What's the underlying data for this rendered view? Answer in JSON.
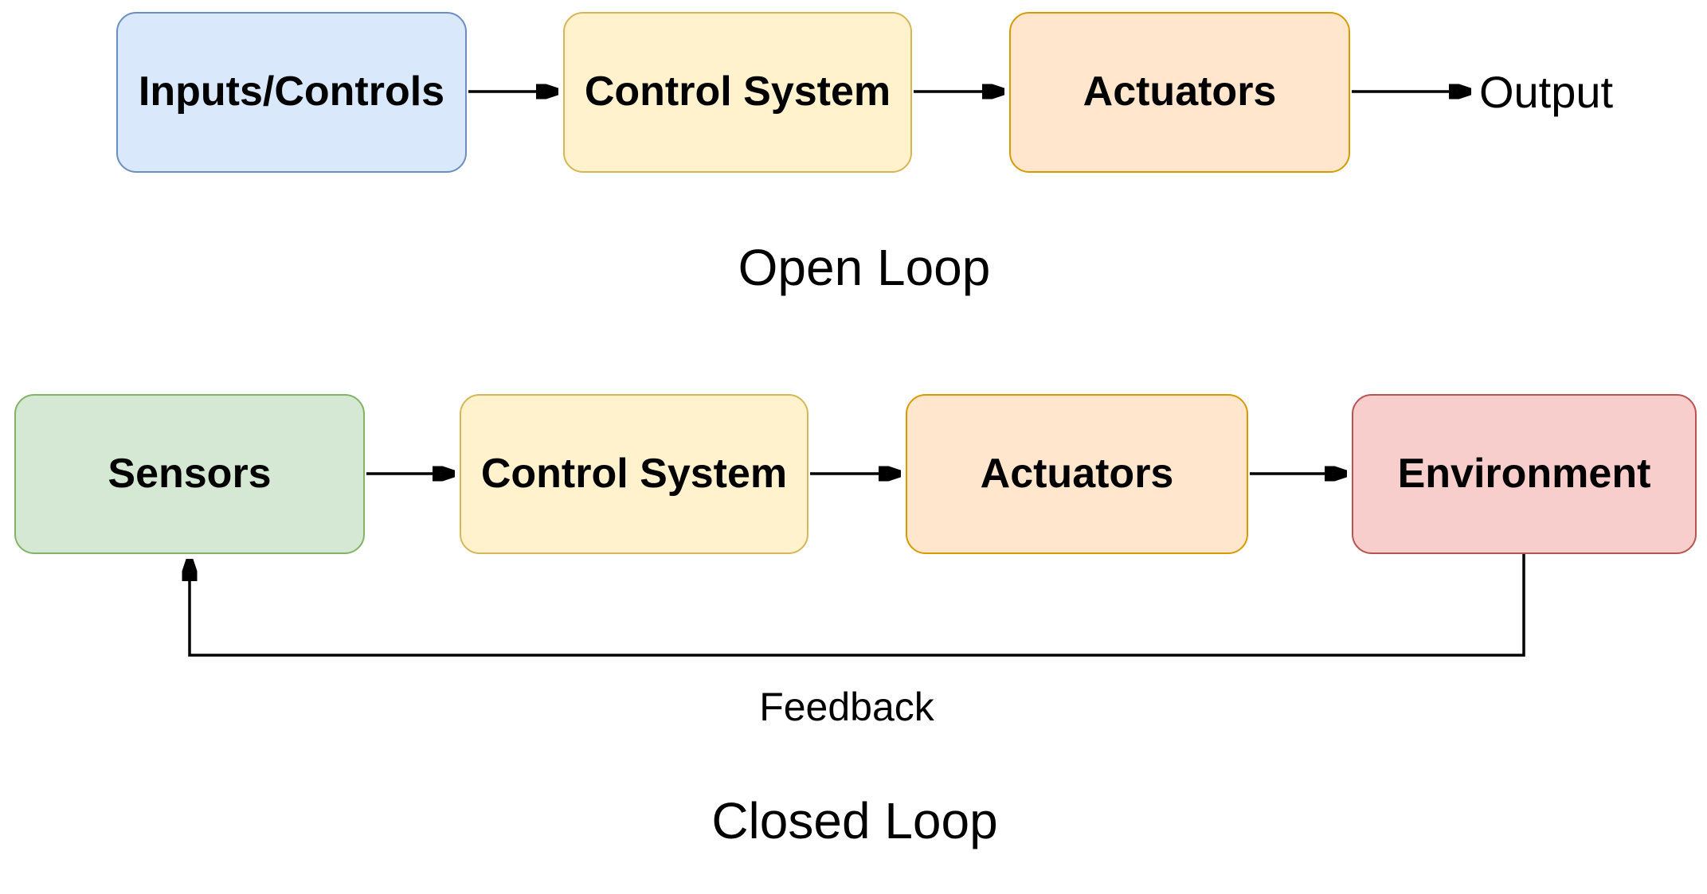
{
  "diagram": {
    "open_loop": {
      "title": "Open Loop",
      "output_label": "Output",
      "nodes": [
        {
          "id": "inputs-controls",
          "label": "Inputs/Controls",
          "fill": "#dae8fc",
          "stroke": "#6c8ebf"
        },
        {
          "id": "control-system",
          "label": "Control System",
          "fill": "#fff2cc",
          "stroke": "#d6b656"
        },
        {
          "id": "actuators",
          "label": "Actuators",
          "fill": "#ffe6cc",
          "stroke": "#d79b00"
        }
      ]
    },
    "closed_loop": {
      "title": "Closed Loop",
      "feedback_label": "Feedback",
      "nodes": [
        {
          "id": "sensors",
          "label": "Sensors",
          "fill": "#d5e8d4",
          "stroke": "#82b366"
        },
        {
          "id": "control-system",
          "label": "Control System",
          "fill": "#fff2cc",
          "stroke": "#d6b656"
        },
        {
          "id": "actuators",
          "label": "Actuators",
          "fill": "#ffe6cc",
          "stroke": "#d79b00"
        },
        {
          "id": "environment",
          "label": "Environment",
          "fill": "#f8cecc",
          "stroke": "#b85450"
        }
      ]
    },
    "colors": {
      "arrow": "#000000",
      "text": "#000000",
      "background": "#ffffff"
    }
  }
}
